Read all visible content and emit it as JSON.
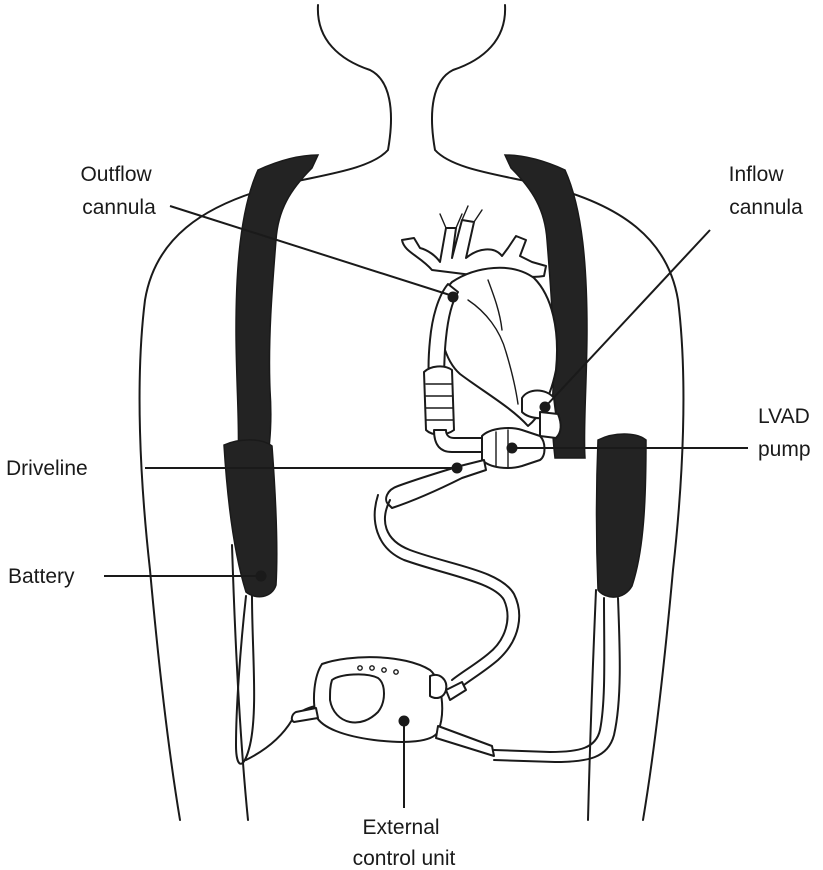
{
  "labels": {
    "outflow_cannula": [
      "Outflow",
      "cannula"
    ],
    "inflow_cannula": [
      "Inflow",
      "cannula"
    ],
    "lvad_pump": [
      "LVAD",
      "pump"
    ],
    "driveline": "Driveline",
    "battery": "Battery",
    "external_control_unit": [
      "External",
      "control unit"
    ]
  },
  "colors": {
    "line": "#1a1a1a",
    "strap": "#232323",
    "background": "#ffffff"
  }
}
